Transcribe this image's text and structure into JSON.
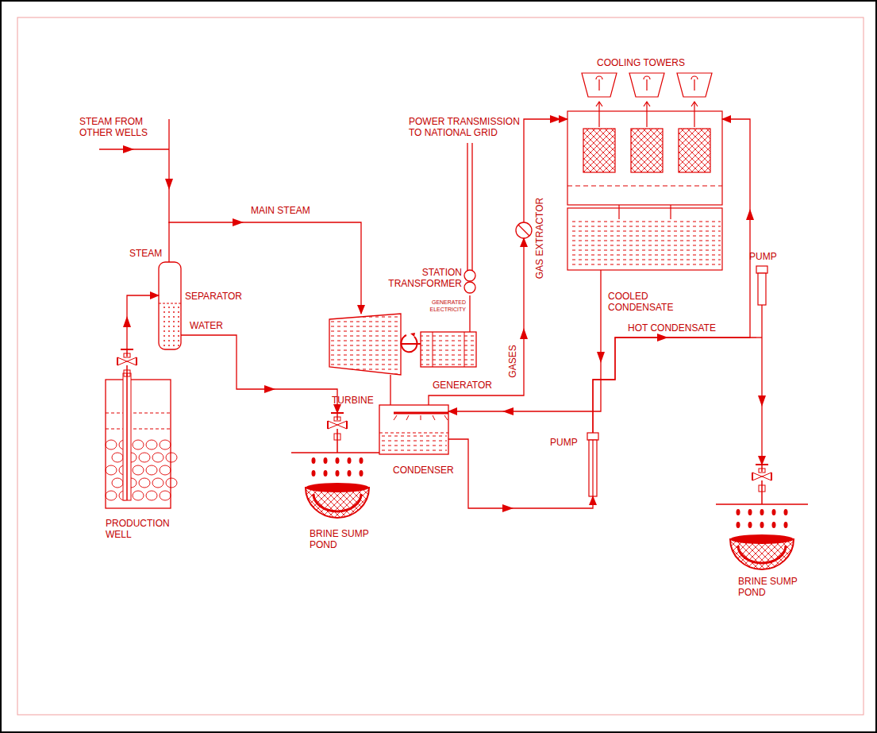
{
  "diagram": {
    "nodes": [
      {
        "text": [
          "SEPARATOR"
        ]
      },
      {
        "text": [
          "PRODUCTION WELL"
        ]
      },
      {
        "text": [
          "BRINE SUMP POND"
        ]
      },
      {
        "text": [
          "TURBINE"
        ]
      },
      {
        "text": [
          "GENERATOR"
        ]
      },
      {
        "text": [
          "STATION TRANSFORMER"
        ]
      },
      {
        "text": [
          "CONDENSER"
        ]
      },
      {
        "text": [
          "GAS EXTRACTOR"
        ]
      },
      {
        "text": [
          "COOLING TOWERS"
        ]
      },
      {
        "text": [
          "PUMP"
        ]
      },
      {
        "text": [
          "PUMP"
        ]
      },
      {
        "text": [
          "BRINE SUMP POND"
        ]
      }
    ],
    "edges": [
      {
        "from": 1,
        "to": 0,
        "arrow": "to"
      },
      {
        "from": 0,
        "to": 3,
        "label": "MAIN STEAM",
        "arrow": "to"
      },
      {
        "from": 0,
        "to": 2,
        "label": "WATER",
        "arrow": "to"
      },
      {
        "from": 4,
        "to": 5,
        "label": "GENERATED ELECTRICITY",
        "arrow": "none"
      },
      {
        "from": 3,
        "to": 6,
        "arrow": "none"
      },
      {
        "from": 6,
        "to": 7,
        "label": "GASES",
        "arrow": "to"
      },
      {
        "from": 7,
        "to": 8,
        "arrow": "to"
      },
      {
        "from": 8,
        "to": 6,
        "label": "COOLED CONDENSATE",
        "arrow": "to"
      },
      {
        "from": 6,
        "to": 9,
        "arrow": "to"
      },
      {
        "from": 9,
        "to": 8,
        "label": "HOT CONDENSATE",
        "arrow": "to"
      },
      {
        "from": 9,
        "to": 10,
        "arrow": "none"
      },
      {
        "from": 10,
        "to": 11,
        "arrow": "to"
      }
    ],
    "labels": [
      "STEAM FROM OTHER WELLS",
      "STEAM",
      "POWER TRANSMISSION TO NATIONAL GRID"
    ]
  }
}
